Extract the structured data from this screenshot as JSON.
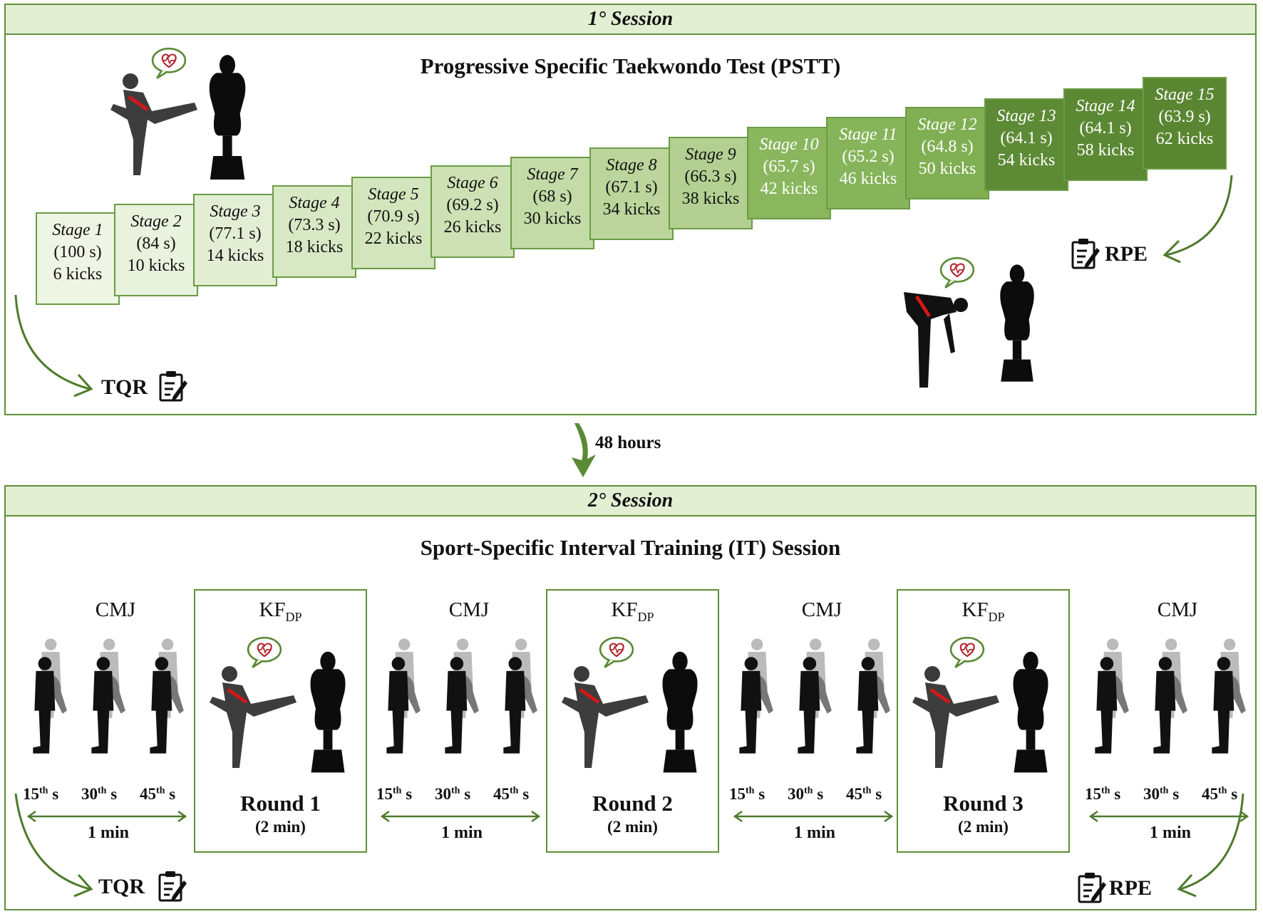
{
  "session1": {
    "header": "1° Session",
    "title": "Progressive Specific Taekwondo Test (PSTT)",
    "stages": [
      {
        "name": "Stage 1",
        "time": "(100 s)",
        "kicks": "6 kicks"
      },
      {
        "name": "Stage 2",
        "time": "(84 s)",
        "kicks": "10 kicks"
      },
      {
        "name": "Stage 3",
        "time": "(77.1 s)",
        "kicks": "14 kicks"
      },
      {
        "name": "Stage 4",
        "time": "(73.3 s)",
        "kicks": "18 kicks"
      },
      {
        "name": "Stage 5",
        "time": "(70.9 s)",
        "kicks": "22 kicks"
      },
      {
        "name": "Stage 6",
        "time": "(69.2 s)",
        "kicks": "26 kicks"
      },
      {
        "name": "Stage 7",
        "time": "(68 s)",
        "kicks": "30 kicks"
      },
      {
        "name": "Stage 8",
        "time": "(67.1 s)",
        "kicks": "34 kicks"
      },
      {
        "name": "Stage 9",
        "time": "(66.3 s)",
        "kicks": "38 kicks"
      },
      {
        "name": "Stage 10",
        "time": "(65.7 s)",
        "kicks": "42 kicks"
      },
      {
        "name": "Stage 11",
        "time": "(65.2 s)",
        "kicks": "46 kicks"
      },
      {
        "name": "Stage 12",
        "time": "(64.8 s)",
        "kicks": "50 kicks"
      },
      {
        "name": "Stage 13",
        "time": "(64.1 s)",
        "kicks": "54 kicks"
      },
      {
        "name": "Stage 14",
        "time": "(64.1 s)",
        "kicks": "58 kicks"
      },
      {
        "name": "Stage 15",
        "time": "(63.9 s)",
        "kicks": "62 kicks"
      }
    ],
    "stage_colors": [
      "#eef5e4",
      "#e9f2dd",
      "#e3eed5",
      "#d8e8c4",
      "#d3e5bd",
      "#cde1b5",
      "#c3dba7",
      "#bbd59c",
      "#b3d092",
      "#8ab75e",
      "#86b45a",
      "#80af53",
      "#5d8a35",
      "#5b8833",
      "#5a8632"
    ],
    "start_label": "TQR",
    "end_label": "RPE",
    "icons": [
      "kicker-icon",
      "punching-bag-icon",
      "heart-rate-bubble-icon",
      "clipboard-icon",
      "tired-athlete-icon"
    ]
  },
  "gap": {
    "label": "48 hours"
  },
  "session2": {
    "header": "2° Session",
    "title": "Sport-Specific Interval Training (IT) Session",
    "cmj_label": "CMJ",
    "kf_main": "KF",
    "kf_sub": "DP",
    "ticks": [
      {
        "n": "15",
        "sup": "th",
        "u": "s"
      },
      {
        "n": "30",
        "sup": "th",
        "u": "s"
      },
      {
        "n": "45",
        "sup": "th",
        "u": "s"
      }
    ],
    "interval_label": "1 min",
    "rounds": [
      {
        "name": "Round 1",
        "duration": "(2 min)"
      },
      {
        "name": "Round 2",
        "duration": "(2 min)"
      },
      {
        "name": "Round 3",
        "duration": "(2 min)"
      }
    ],
    "start_label": "TQR",
    "end_label": "RPE"
  }
}
